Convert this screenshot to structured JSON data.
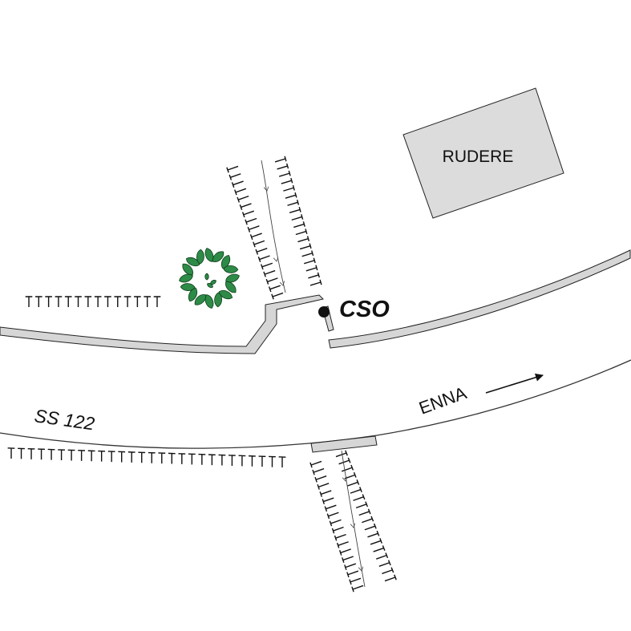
{
  "map": {
    "building_label": "RUDERE",
    "road_label": "SS 122",
    "direction_label": "ENNA",
    "site_label": "CSO"
  },
  "colors": {
    "wall_fill": "#d6d6d6",
    "building_fill": "#dcdcdc",
    "tree": "#2e8b47",
    "ink": "#111111"
  },
  "icons": [
    "tree-icon",
    "direction-arrow-icon",
    "site-marker-icon",
    "hachure-symbol",
    "flow-arrow-icon"
  ]
}
